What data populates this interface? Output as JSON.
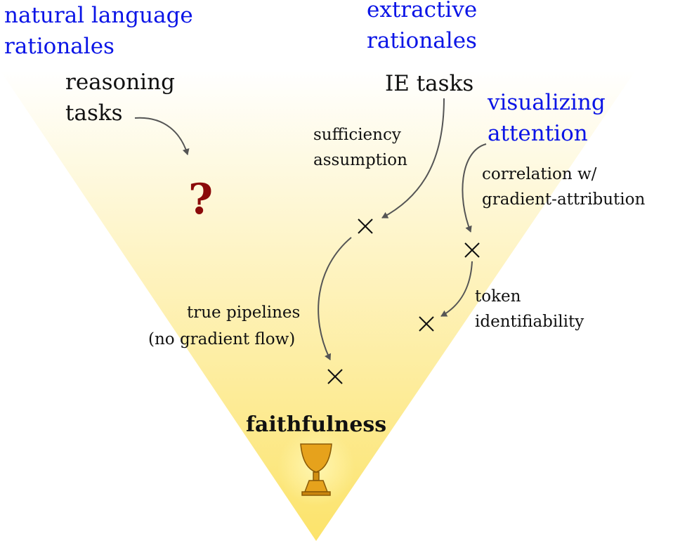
{
  "labels": {
    "natural_language_rationales": [
      "natural language",
      "rationales"
    ],
    "extractive_rationales": [
      "extractive",
      "rationales"
    ],
    "visualizing_attention": [
      "visualizing",
      "attention"
    ],
    "reasoning_tasks": [
      "reasoning",
      "tasks"
    ],
    "ie_tasks": "IE tasks",
    "question_mark": "?",
    "sufficiency_assumption": [
      "sufficiency",
      "assumption"
    ],
    "correlation": [
      "correlation w/",
      "gradient-attribution"
    ],
    "true_pipelines": [
      "true pipelines",
      "(no gradient flow)"
    ],
    "token_identifiability": [
      "token",
      "identifiability"
    ],
    "faithfulness": "faithfulness"
  },
  "colors": {
    "heading_blue": "#0a14e6",
    "question_red": "#8b0a0a",
    "funnel_yellow": "#fce36a",
    "chalice_gold": "#e6a21c"
  },
  "icons": [
    "chalice-icon",
    "cross-mark-icon"
  ]
}
